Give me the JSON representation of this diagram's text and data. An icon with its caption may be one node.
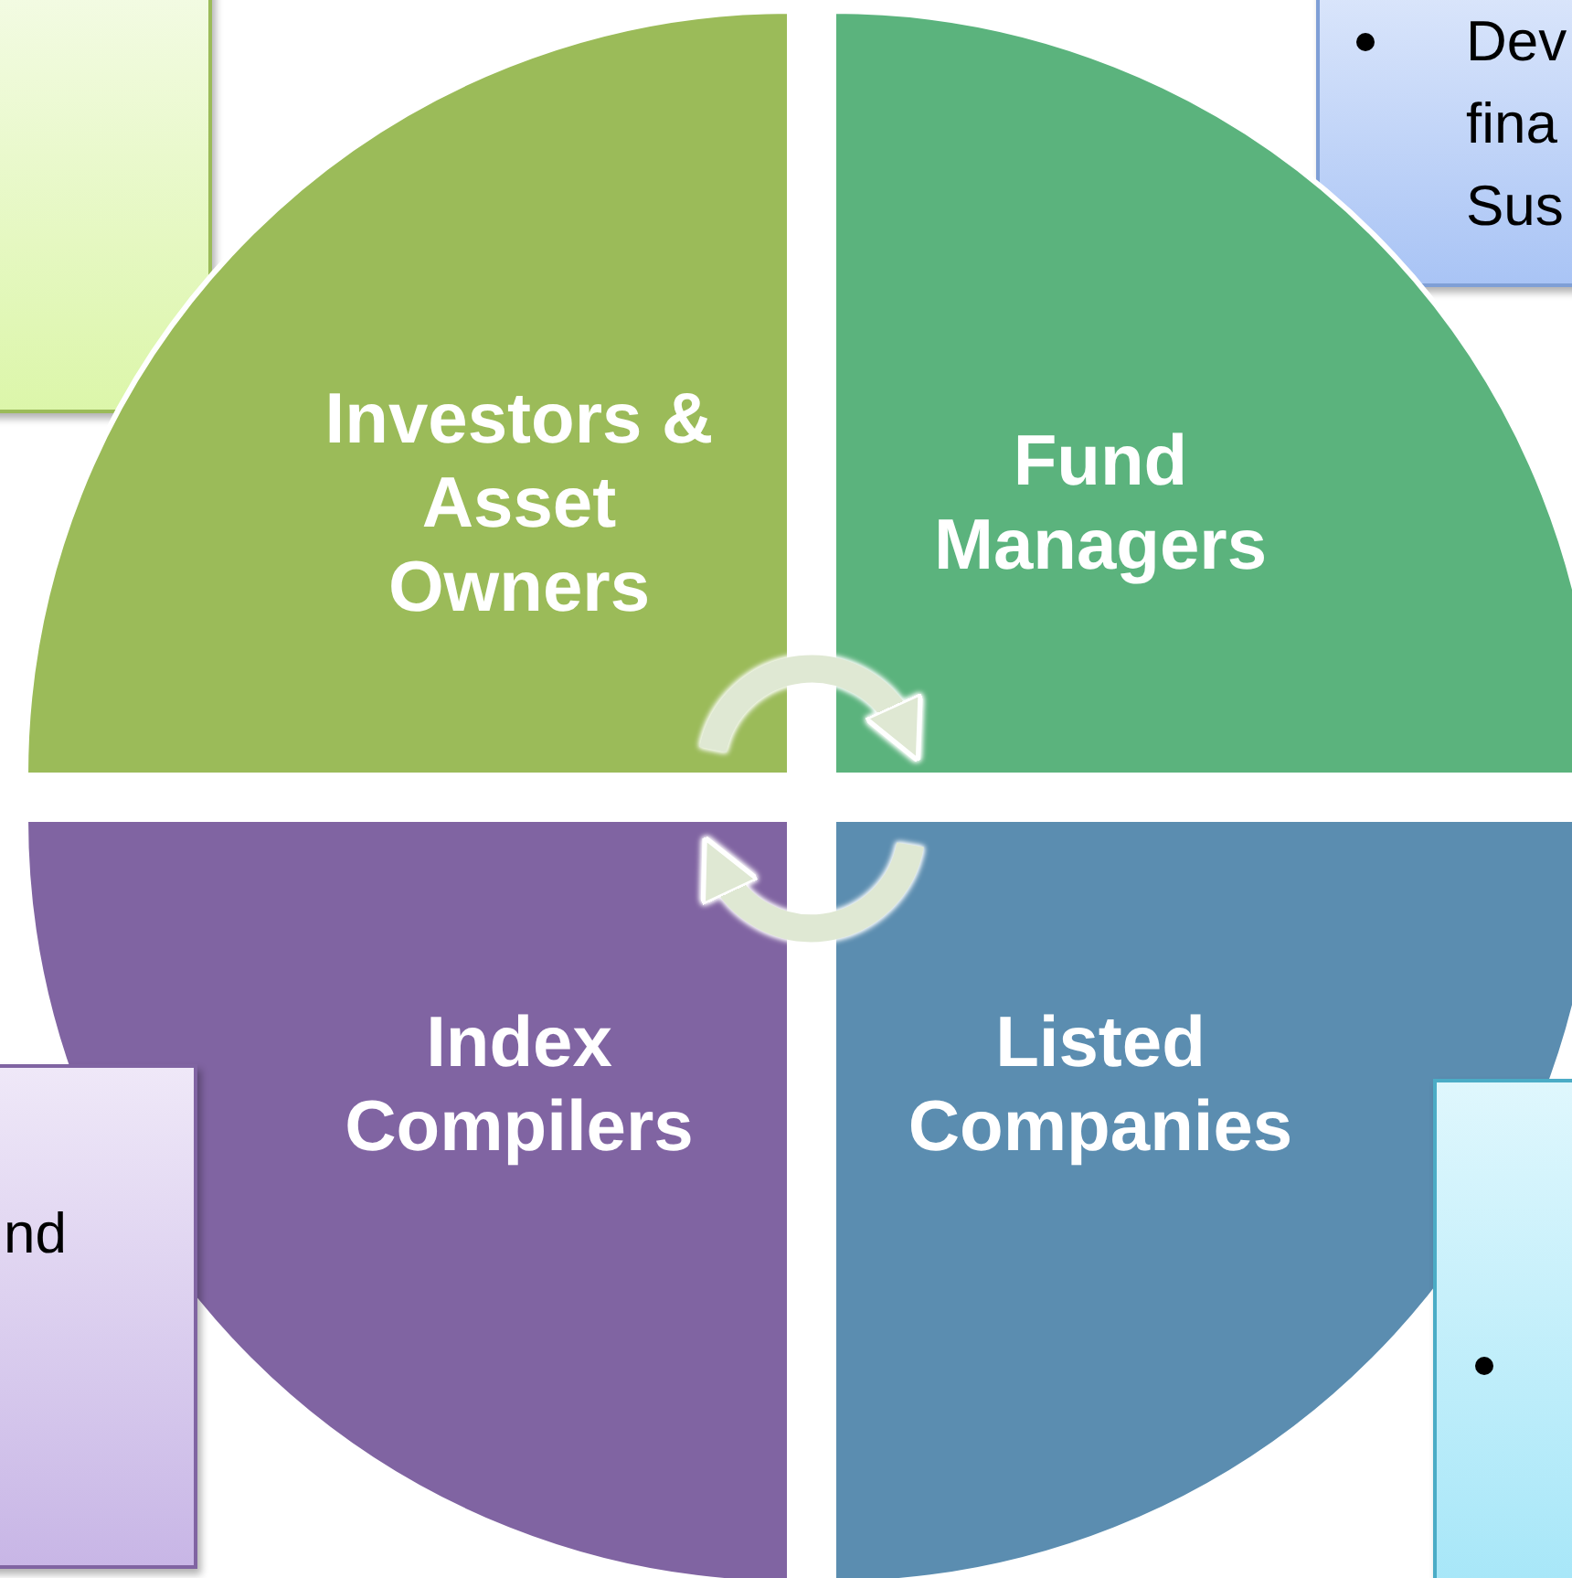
{
  "diagram": {
    "nodes": [
      {
        "text": [],
        "shape": "box"
      },
      {
        "text": [
          "Dev fina Sus"
        ]
      },
      {
        "text": [
          "Investors & Asset Owners"
        ]
      },
      {
        "text": [
          "Fund Managers"
        ]
      },
      {
        "text": [
          "Index Compilers"
        ]
      },
      {
        "text": [
          "Listed Companies"
        ]
      },
      {
        "text": [
          "nd"
        ]
      },
      {
        "text": [],
        "shape": "box"
      }
    ],
    "edges": [
      {
        "from": 2,
        "to": 3,
        "arrow": "to"
      },
      {
        "from": 5,
        "to": 4,
        "arrow": "to"
      }
    ]
  }
}
